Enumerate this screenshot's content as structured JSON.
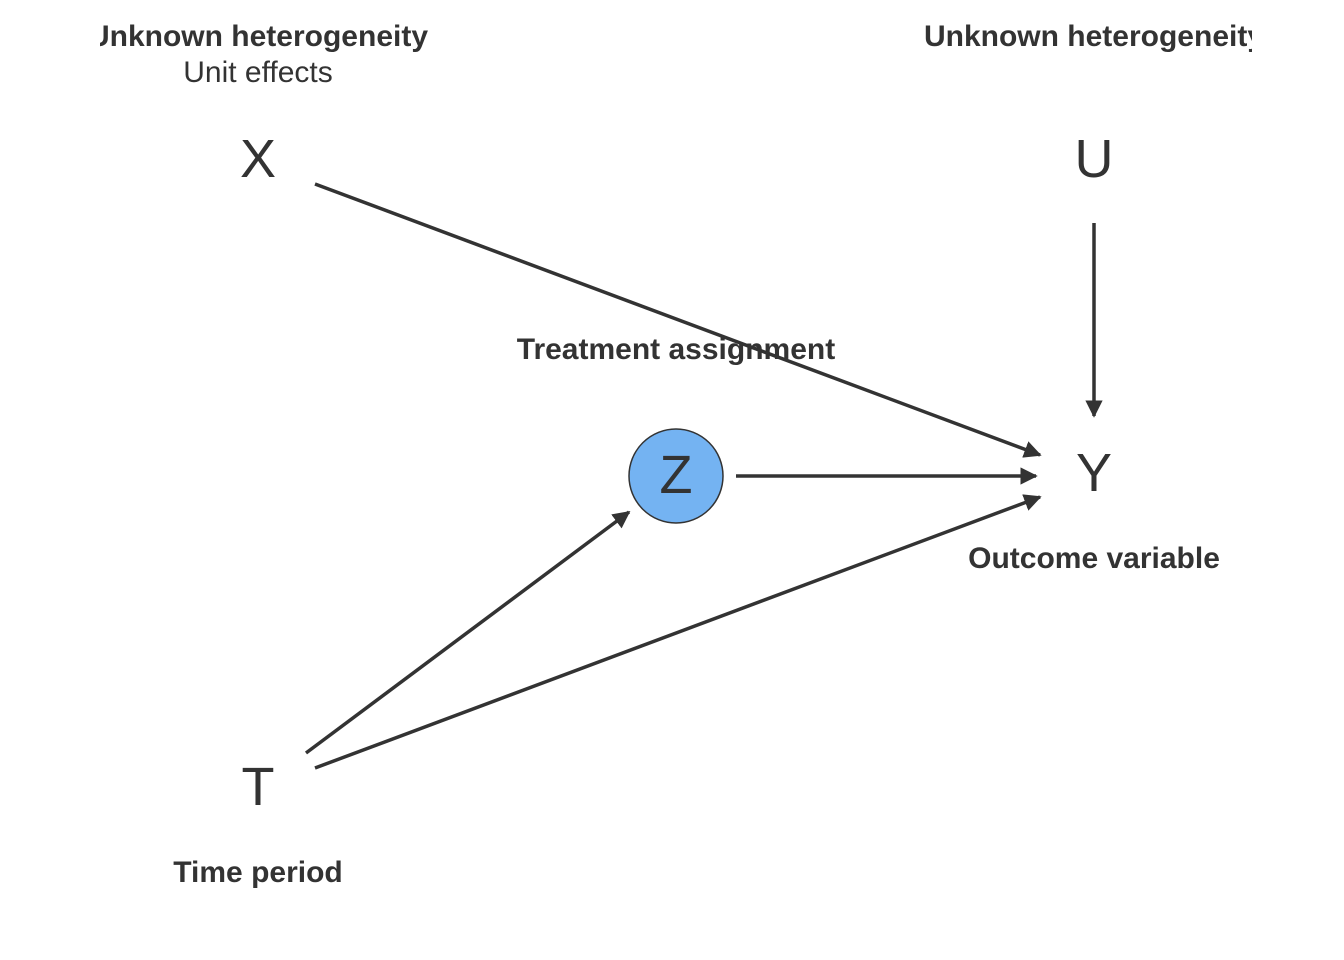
{
  "nodes": {
    "x": {
      "letter": "X",
      "title": "Unknown heterogeneity",
      "subtitle": "Unit effects"
    },
    "u": {
      "letter": "U",
      "title": "Unknown heterogeneity"
    },
    "z": {
      "letter": "Z",
      "title": "Treatment assignment",
      "fill": "#74b3f2"
    },
    "y": {
      "letter": "Y",
      "title": "Outcome variable"
    },
    "t": {
      "letter": "T",
      "title": "Time period"
    }
  },
  "edges": [
    {
      "from": "X",
      "to": "Y"
    },
    {
      "from": "U",
      "to": "Y"
    },
    {
      "from": "Z",
      "to": "Y"
    },
    {
      "from": "T",
      "to": "Z"
    },
    {
      "from": "T",
      "to": "Y"
    }
  ],
  "colors": {
    "edge": "#333333",
    "text": "#333333",
    "z_node_fill": "#74b3f2"
  }
}
